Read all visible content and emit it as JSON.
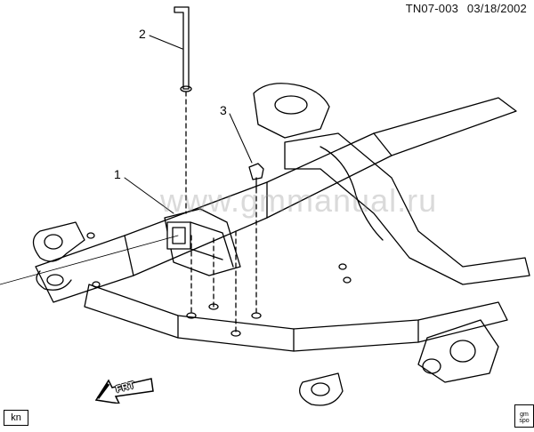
{
  "header": {
    "diagram_id": "TN07-003",
    "date": "03/18/2002"
  },
  "callouts": [
    "1",
    "2",
    "3"
  ],
  "direction_label": "FRT",
  "corner_tag": "kn",
  "watermark": "www.gmmanual.ru",
  "logo_text": "gm spo"
}
